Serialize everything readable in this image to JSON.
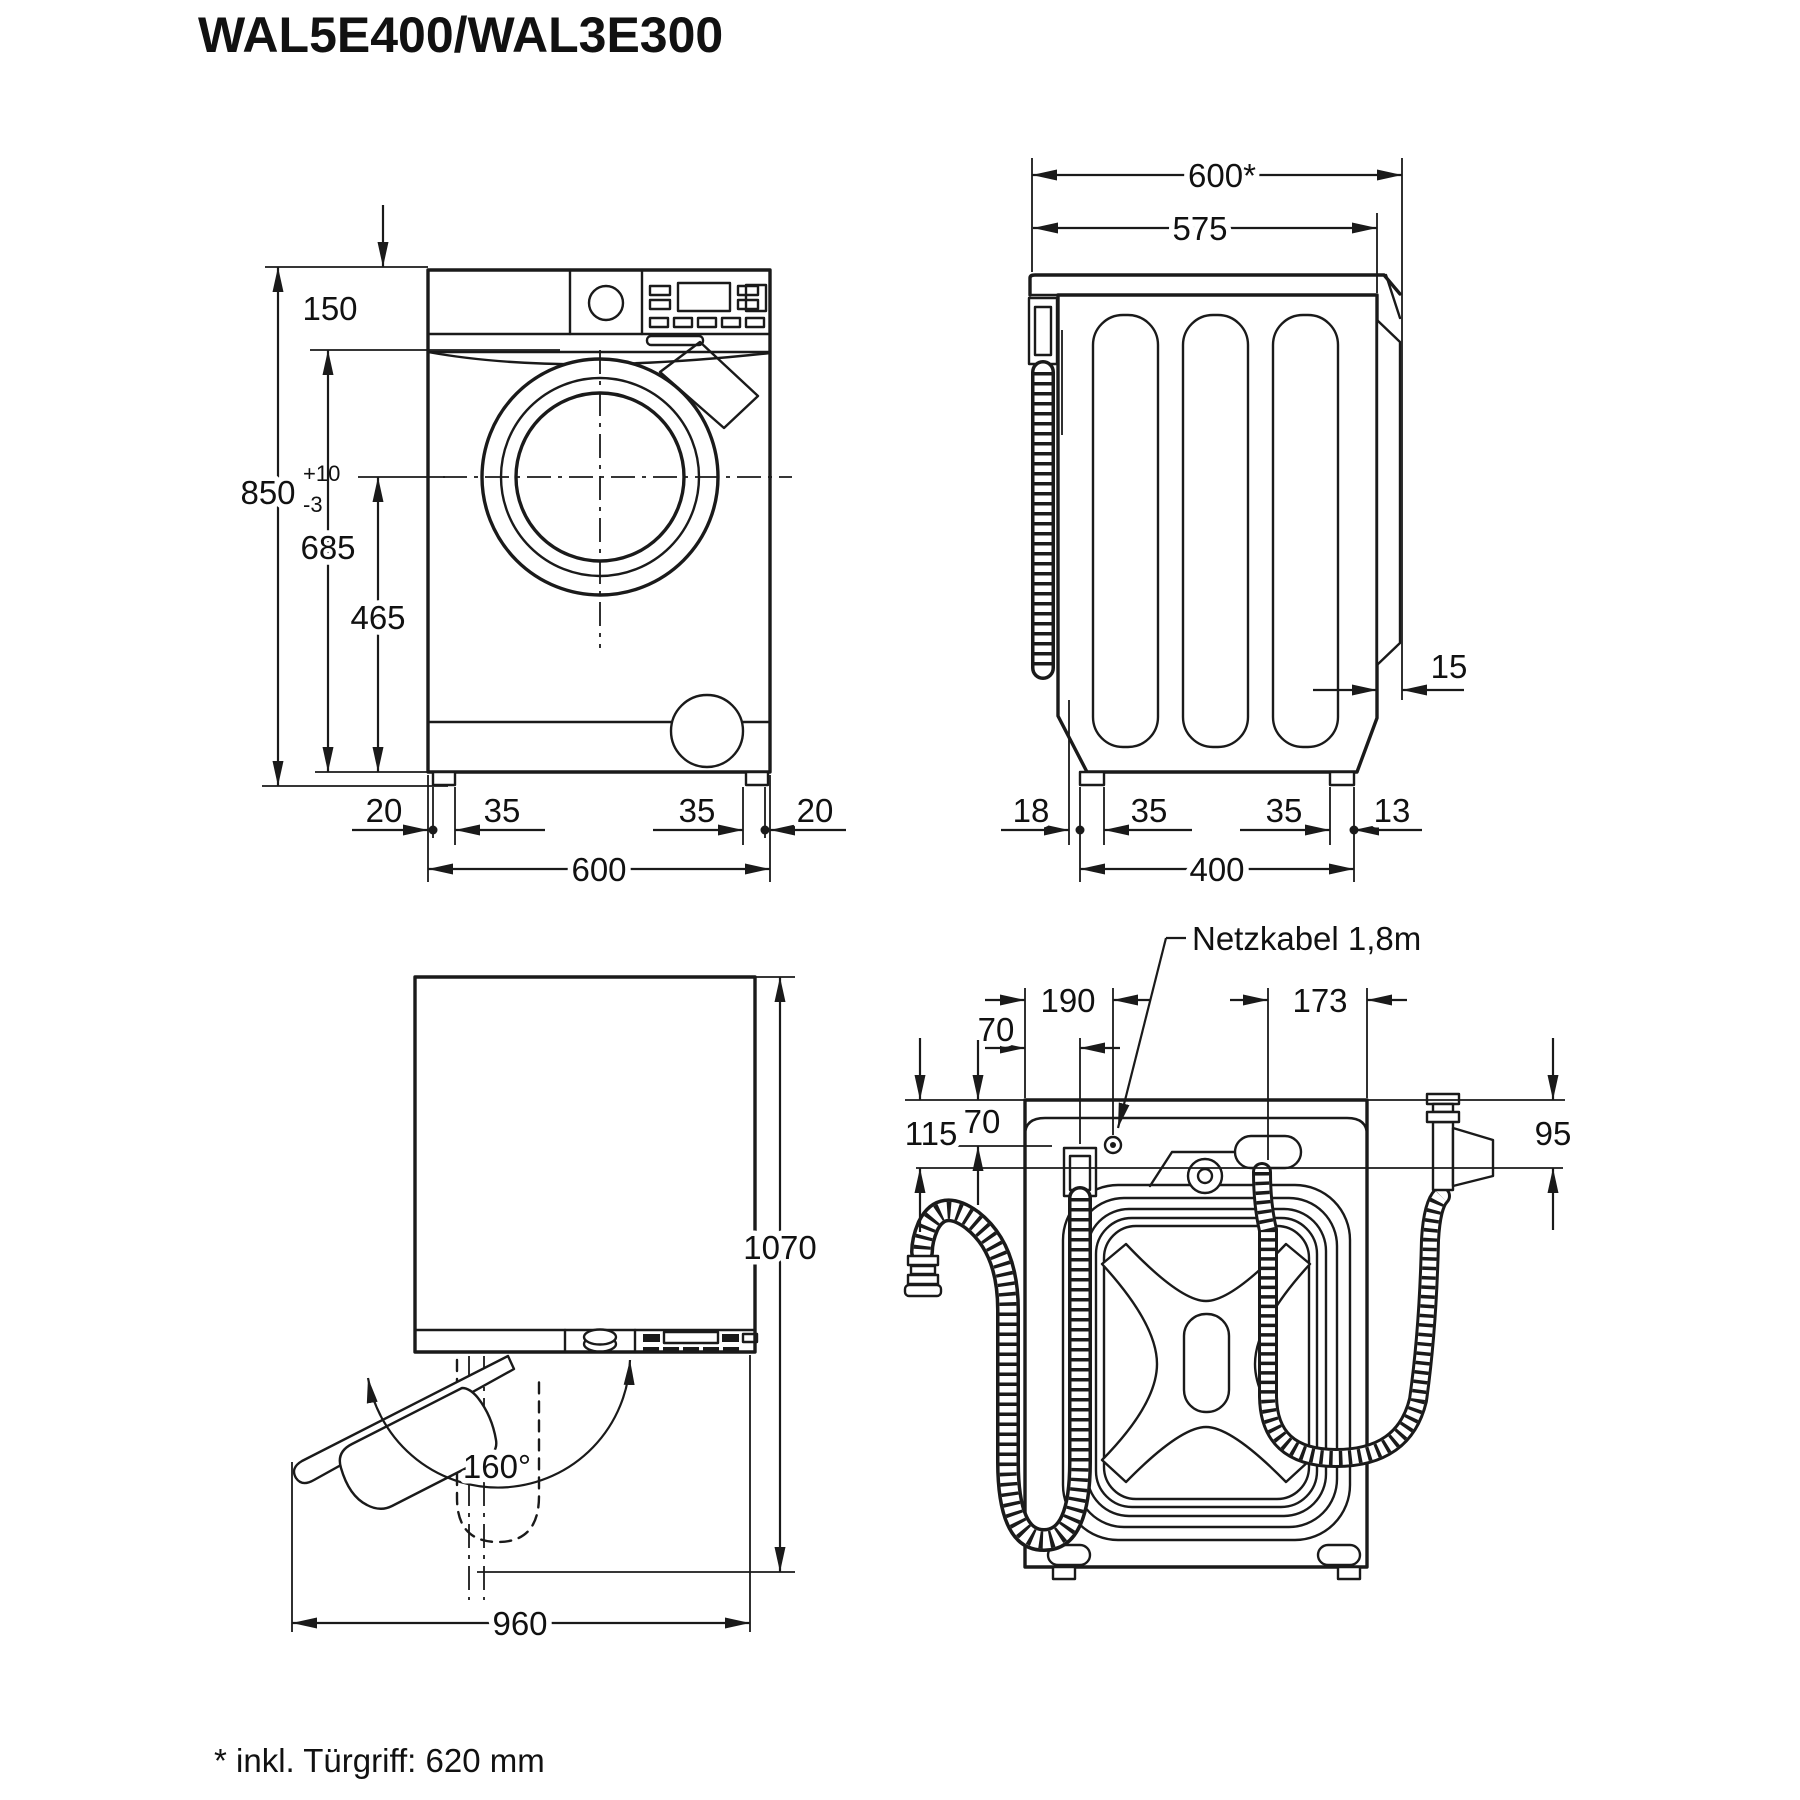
{
  "title": "WAL5E400/WAL3E300",
  "footnote": "* inkl. Türgriff: 620 mm",
  "front_view": {
    "top_clearance": "150",
    "height": "850",
    "height_tol_plus": "+10",
    "height_tol_minus": "-3",
    "panel_height": "685",
    "door_center_height": "465",
    "foot_offset_left": "20",
    "foot_width_left": "35",
    "foot_width_right": "35",
    "foot_offset_right": "20",
    "width": "600"
  },
  "side_view": {
    "depth_incl_handle": "600*",
    "depth_body": "575",
    "door_protrusion": "15",
    "foot_offset_back": "18",
    "foot_width_back": "35",
    "foot_width_front": "35",
    "foot_offset_front": "13",
    "foot_spacing": "400"
  },
  "top_view": {
    "depth_door_open": "1070",
    "door_opening_angle": "160°",
    "width_door_open": "960"
  },
  "rear_view": {
    "power_cord_label": "Netzkabel 1,8m",
    "cord_from_left": "190",
    "drain_from_left": "70",
    "inlet_from_right": "173",
    "drain_height": "115",
    "cord_height": "70",
    "inlet_height": "95"
  }
}
